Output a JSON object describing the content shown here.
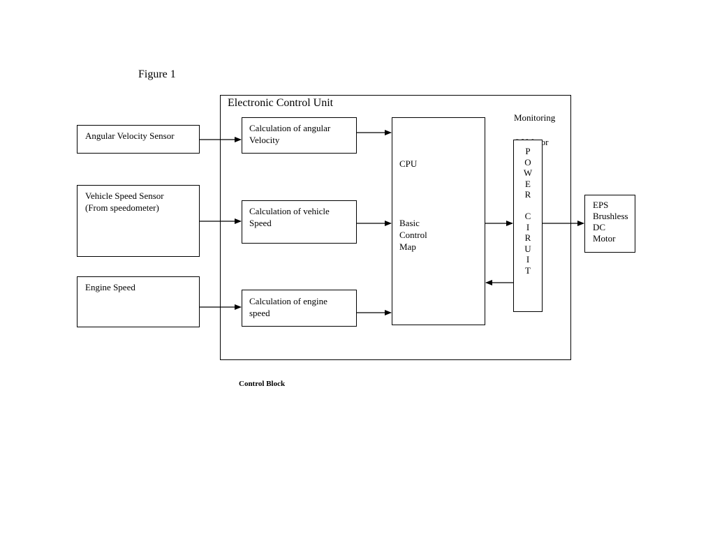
{
  "figure_title": "Figure 1",
  "caption": "Control Block",
  "ecu": {
    "title": "Electronic Control Unit"
  },
  "inputs": {
    "angular_velocity_sensor": "Angular Velocity Sensor",
    "vehicle_speed_sensor": "Vehicle Speed Sensor\n(From speedometer)",
    "engine_speed": "Engine Speed"
  },
  "calculations": {
    "angular_velocity": "Calculation of angular\nVelocity",
    "vehicle_speed": "Calculation of vehicle\nSpeed",
    "engine_speed": "Calculation of engine\nspeed"
  },
  "cpu": {
    "title": "CPU",
    "map": "Basic\nControl\nMap"
  },
  "monitoring": {
    "line1": "Monitoring",
    "line2": "Of Motor"
  },
  "power_circuit": "P\nO\nW\nE\nR\n\nC\nI\nR\nU\nI\nT",
  "motor": "EPS\nBrushless\nDC\nMotor"
}
